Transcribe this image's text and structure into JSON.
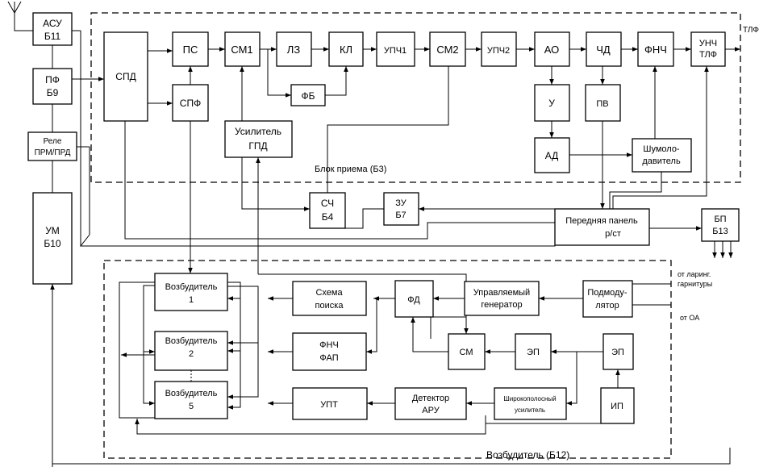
{
  "blocks": {
    "asu": [
      "АСУ",
      "Б11"
    ],
    "pf": [
      "ПФ",
      "Б9"
    ],
    "relay": [
      "Реле",
      "ПРМ/ПРД"
    ],
    "um": [
      "УМ",
      "Б10"
    ],
    "spd": [
      "СПД"
    ],
    "ps": [
      "ПС"
    ],
    "spf": [
      "СПФ"
    ],
    "sm1": [
      "СМ1"
    ],
    "lz": [
      "ЛЗ"
    ],
    "kl": [
      "КЛ"
    ],
    "fb": [
      "ФБ"
    ],
    "upch1": [
      "УПЧ1"
    ],
    "sm2": [
      "СМ2"
    ],
    "upch2": [
      "УПЧ2"
    ],
    "ao": [
      "АО"
    ],
    "chd": [
      "ЧД"
    ],
    "fnch": [
      "ФНЧ"
    ],
    "unch": [
      "УНЧ",
      "ТЛФ"
    ],
    "u": [
      "У"
    ],
    "pv": [
      "ПВ"
    ],
    "ad": [
      "АД"
    ],
    "shum": [
      "Шумоло-",
      "давитель"
    ],
    "usil_gpd": [
      "Усилитель",
      "ГПД"
    ],
    "sch": [
      "СЧ",
      "Б4"
    ],
    "zu": [
      "ЗУ",
      "Б7"
    ],
    "panel": [
      "Передняя панель",
      "р/ст"
    ],
    "bp": [
      "БП",
      "Б13"
    ],
    "vozb1": [
      "Возбудитель",
      "1"
    ],
    "vozb2": [
      "Возбудитель",
      "2"
    ],
    "vozb5": [
      "Возбудитель",
      "5"
    ],
    "poisk": [
      "Схема",
      "поиска"
    ],
    "fnch_fap": [
      "ФНЧ",
      "ФАП"
    ],
    "upt": [
      "УПТ"
    ],
    "fd": [
      "ФД"
    ],
    "sm": [
      "СМ"
    ],
    "det_aru": [
      "Детектор",
      "АРУ"
    ],
    "upr_gen": [
      "Управляемый",
      "генератор"
    ],
    "ep1": [
      "ЭП"
    ],
    "ep2": [
      "ЭП"
    ],
    "shp_us": [
      "Широкополосный",
      "усилитель"
    ],
    "podmod": [
      "Подмоду-",
      "лятор"
    ],
    "ip": [
      "ИП"
    ]
  },
  "labels": {
    "tlf_out": "ТЛФ",
    "rx_block": "Блок приема (Б3)",
    "tx_block": "Возбудитель (Б12)",
    "laryngophone_1": "от ларинг.",
    "laryngophone_2": "гарнитуры",
    "from_oa": "от ОА"
  }
}
